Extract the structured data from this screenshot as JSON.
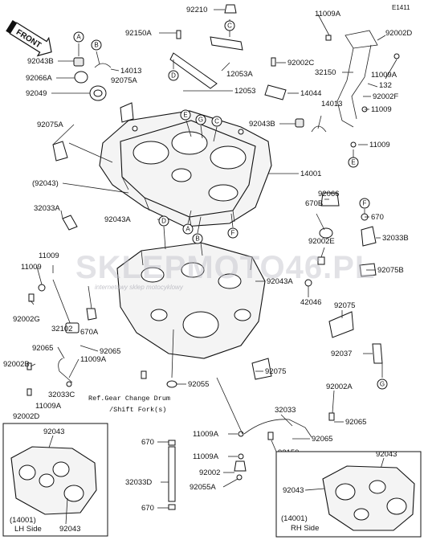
{
  "diagram_id": "E1411",
  "front_label": "FRONT",
  "watermark": {
    "brand": "SKLEPMOTO46.PL",
    "url": "internetowy sklep motocyklowy"
  },
  "ref_text": {
    "line1": "Ref.Gear Change Drum",
    "line2": "/Shift Fork(s)"
  },
  "labels": {
    "p92210": "92210",
    "p92150A": "92150A",
    "p12053A": "12053A",
    "p12053": "12053",
    "p92043B": "92043B",
    "p14013_top": "14013",
    "p92066A": "92066A",
    "p92075A_top": "92075A",
    "p92049": "92049",
    "p92075A_left": "92075A",
    "p92043_paren": "(92043)",
    "p32033A": "32033A",
    "p11009_left": "11009",
    "p92002G": "92002G",
    "p32102": "32102",
    "p670A": "670A",
    "p92065_a": "92065",
    "p92065_b": "92065",
    "p92002B": "92002B",
    "p32033C": "32033C",
    "p11009A_left": "11009A",
    "p11009A_left2": "11009A",
    "p92002D_left": "92002D",
    "p11009A_top": "11009A",
    "p92002D_top": "92002D",
    "p32150": "32150",
    "p11009A_r": "11009A",
    "p132": "132",
    "p92002F": "92002F",
    "p11009_r1": "11009",
    "p11009_r2": "11009",
    "p92002C": "92002C",
    "p14044": "14044",
    "p14013_r": "14013",
    "p92043B_r": "92043B",
    "p14001": "14001",
    "p92066": "92066",
    "p670B": "670B",
    "p670": "670",
    "p32033B": "32033B",
    "p92002E": "92002E",
    "p92075B": "92075B",
    "p92043A_top": "92043A",
    "p92043A_r": "92043A",
    "p42046": "42046",
    "p92075_r": "92075",
    "p92037": "92037",
    "p92075_mid": "92075",
    "p92055": "92055",
    "p92002A": "92002A",
    "p92065_r": "92065",
    "p32033": "32033",
    "p11009A_m1": "11009A",
    "p92065_m": "92065",
    "p92150": "92150",
    "p11009A_m2": "11009A",
    "p92002": "92002",
    "p92055A": "92055A",
    "p670_m1": "670",
    "p32033D": "32033D",
    "p670_m2": "670",
    "p92043_lh": "92043",
    "p92043_lh2": "92043",
    "p14001_lh": "(14001)",
    "lh_side": "LH Side",
    "p92043_rh": "92043",
    "p92043_rh2": "92043",
    "p14001_rh": "(14001)",
    "rh_side": "RH Side"
  },
  "callouts": [
    "A",
    "B",
    "C",
    "D",
    "E",
    "F",
    "G"
  ]
}
